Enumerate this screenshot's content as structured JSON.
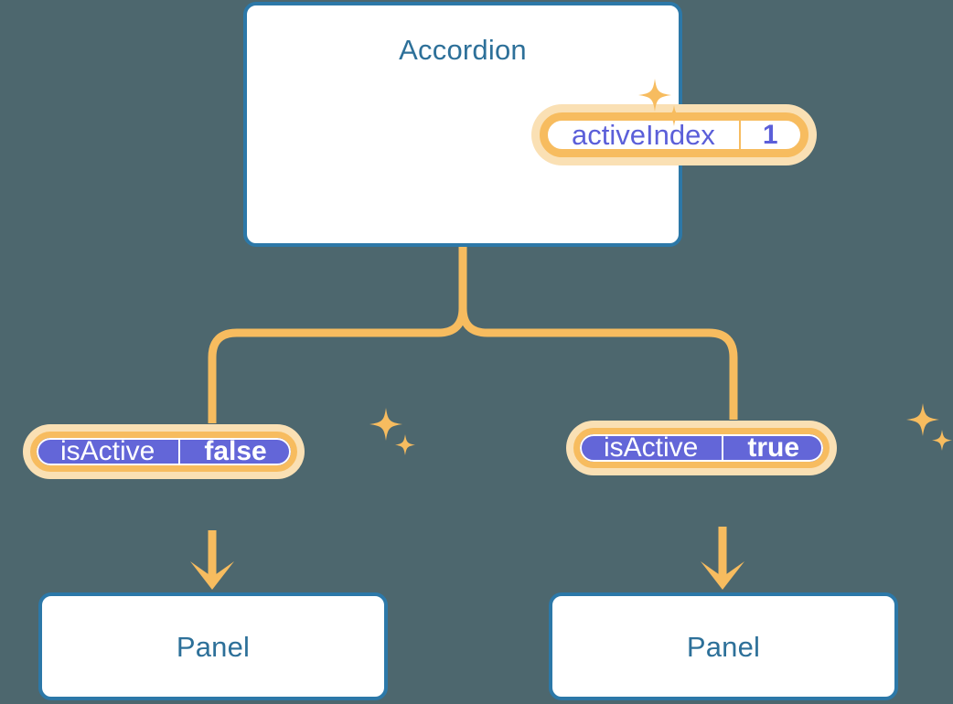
{
  "theme": {
    "background": "#4d676e",
    "card_border": "#2c78a8",
    "card_fill": "#ffffff",
    "title_color": "#2d7099",
    "accent_amber": "#f7bc5f",
    "accent_amber_pale": "#fae0b4",
    "state_fill": "#6366d8",
    "state_text_on_fill": "#ffffff",
    "state_text_outline": "#5b5fd9"
  },
  "diagram": {
    "type": "component-tree",
    "root": {
      "name": "accordion-card",
      "title": "Accordion",
      "state": {
        "key": "activeIndex",
        "value": "1",
        "style": "outline"
      },
      "sparkle_icon": "sparkles-icon"
    },
    "children": [
      {
        "name": "branch-left",
        "state": {
          "key": "isActive",
          "value": "false",
          "style": "filled"
        },
        "sparkle_icon": "sparkles-icon",
        "arrow_icon": "arrow-down-icon",
        "panel": {
          "name": "panel-left",
          "title": "Panel"
        }
      },
      {
        "name": "branch-right",
        "state": {
          "key": "isActive",
          "value": "true",
          "style": "filled"
        },
        "sparkle_icon": "sparkles-icon",
        "arrow_icon": "arrow-down-icon",
        "panel": {
          "name": "panel-right",
          "title": "Panel"
        }
      }
    ]
  }
}
